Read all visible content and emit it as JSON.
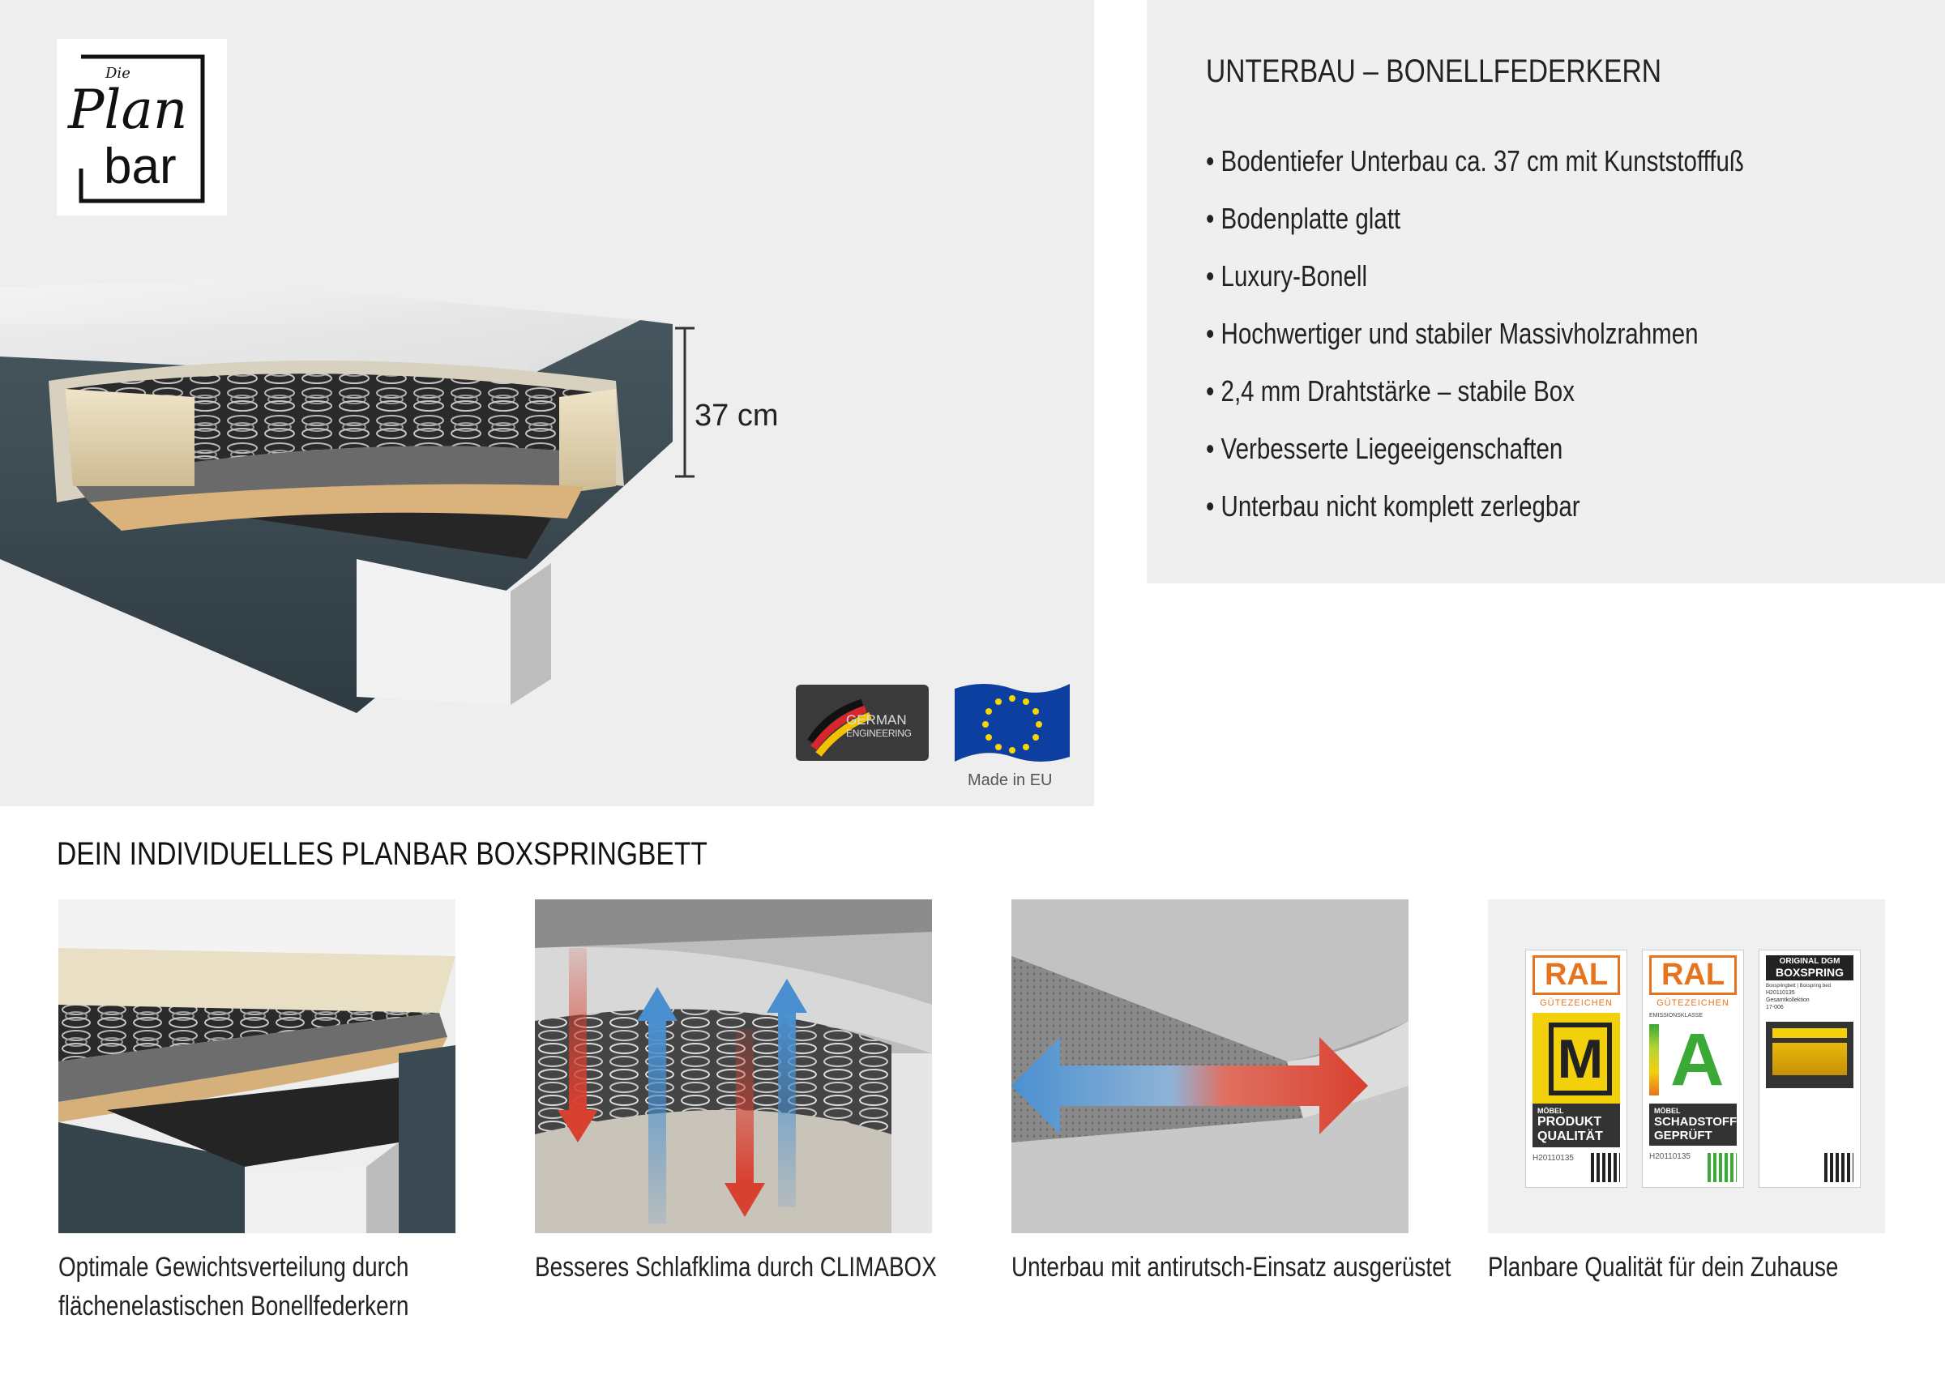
{
  "brand": {
    "logo_small": "Die",
    "logo_line1": "Plan",
    "logo_line2": "bar"
  },
  "hero": {
    "dimension_label": "37 cm",
    "badge_german_line1": "GERMAN",
    "badge_german_line2": "ENGINEERING",
    "badge_eu_label": "Made in EU"
  },
  "info": {
    "title": "UNTERBAU – BONELLFEDERKERN",
    "bullets": [
      "• Bodentiefer Unterbau ca. 37 cm mit Kunststofffuß",
      "• Bodenplatte glatt",
      "• Luxury-Bonell",
      "• Hochwertiger und stabiler Massivholzrahmen",
      "• 2,4 mm Drahtstärke – stabile Box",
      "• Verbesserte Liegeeigenschaften",
      "• Unterbau nicht komplett zerlegbar"
    ]
  },
  "section": {
    "title": "DEIN INDIVIDUELLES PLANBAR BOXSPRINGBETT"
  },
  "cards": [
    {
      "caption_line1": "Optimale Gewichtsverteilung durch",
      "caption_line2": "flächenelastischen Bonellfederkern"
    },
    {
      "caption_line1": "Besseres Schlafklima durch CLIMABOX",
      "caption_line2": ""
    },
    {
      "caption_line1": "Unterbau mit antirutsch-Einsatz ausgerüstet",
      "caption_line2": ""
    },
    {
      "caption_line1": "Planbare Qualität für dein Zuhause",
      "caption_line2": ""
    }
  ],
  "seals": {
    "ral1": {
      "top": "RAL",
      "sub": "GÜTEZEICHEN",
      "letter": "M",
      "line1": "MÖBEL",
      "line2": "PRODUKT",
      "line3": "QUALITÄT",
      "code": "H20110135"
    },
    "ral2": {
      "top": "RAL",
      "sub": "GÜTEZEICHEN",
      "class_label": "EMISSIONSKLASSE",
      "letter": "A",
      "line1": "MÖBEL",
      "line2": "SCHADSTOFF",
      "line3": "GEPRÜFT",
      "code": "H20110135"
    },
    "dgm": {
      "line1": "ORIGINAL DGM",
      "line2": "BOXSPRING",
      "detail1": "Boxspringbett | Boxspring bed",
      "detail2": "H20110135",
      "detail3": "Gesamtkollektion",
      "detail4": "17-006"
    }
  },
  "colors": {
    "panel_bg": "#eeeeee",
    "box_fabric": "#3b4a52",
    "ral_orange": "#e8731e",
    "ral_yellow": "#f2d10c",
    "ral_green": "#3aa935",
    "arrow_red": "#d84030",
    "arrow_blue": "#4a90d0"
  }
}
